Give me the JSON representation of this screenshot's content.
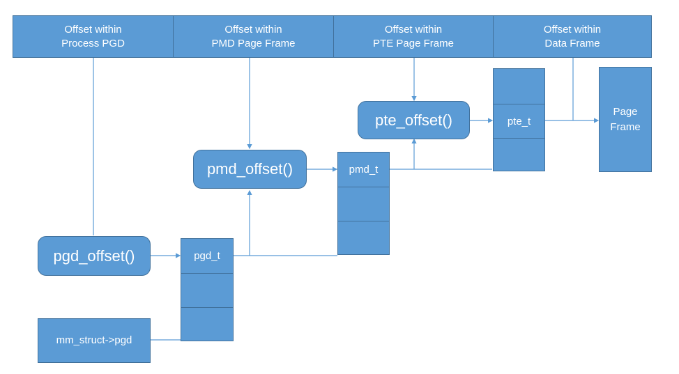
{
  "headers": [
    {
      "line1": "Offset within",
      "line2": "Process PGD"
    },
    {
      "line1": "Offset within",
      "line2": "PMD Page Frame"
    },
    {
      "line1": "Offset within",
      "line2": "PTE Page Frame"
    },
    {
      "line1": "Offset within",
      "line2": "Data Frame"
    }
  ],
  "functions": {
    "pgd": "pgd_offset()",
    "pmd": "pmd_offset()",
    "pte": "pte_offset()"
  },
  "tables": {
    "pgd": "pgd_t",
    "pmd": "pmd_t",
    "pte": "pte_t"
  },
  "mm_struct": "mm_struct->pgd",
  "page_frame": {
    "line1": "Page",
    "line2": "Frame"
  },
  "colors": {
    "fill": "#5b9bd5",
    "border": "#41719c",
    "line": "#5b9bd5",
    "text": "#ffffff"
  }
}
